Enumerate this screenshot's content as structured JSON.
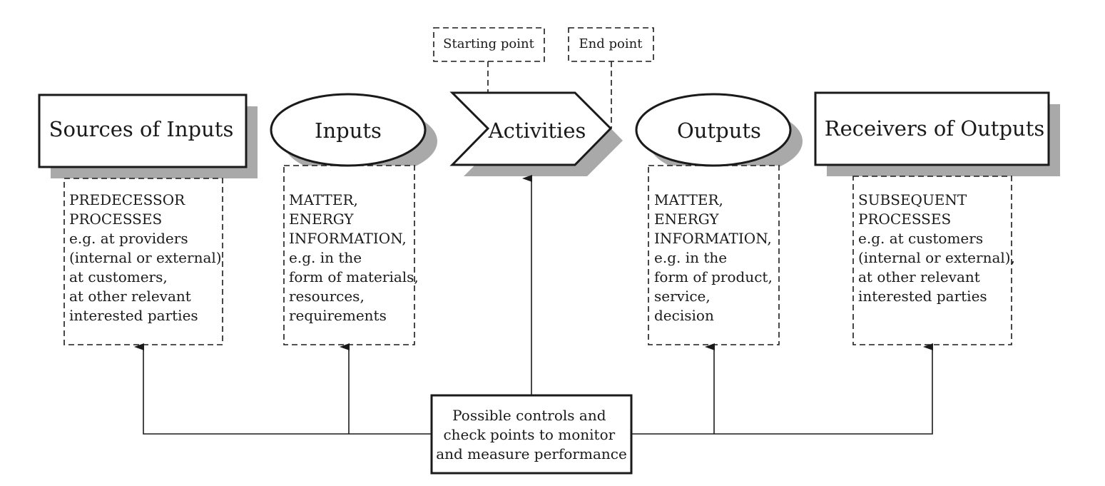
{
  "diagram": {
    "main": {
      "sources": "Sources of Inputs",
      "inputs": "Inputs",
      "activities": "Activities",
      "outputs": "Outputs",
      "receivers": "Receivers of Outputs"
    },
    "markers": {
      "start": "Starting point",
      "end": "End point"
    },
    "details": {
      "sources": [
        "PREDECESSOR",
        "PROCESSES",
        "e.g. at providers",
        "(internal or external)",
        "at customers,",
        "at other relevant",
        "interested parties"
      ],
      "inputs": [
        "MATTER,",
        "ENERGY",
        "INFORMATION,",
        "e.g. in the",
        "form of materials,",
        "resources,",
        "requirements"
      ],
      "outputs": [
        "MATTER,",
        "ENERGY",
        "INFORMATION,",
        "e.g. in the",
        "form of product,",
        "service,",
        "decision"
      ],
      "receivers": [
        "SUBSEQUENT",
        "PROCESSES",
        "e.g. at customers",
        "(internal or external),",
        "at other relevant",
        "interested parties"
      ]
    },
    "controls": [
      "Possible controls and",
      "check points to monitor",
      "and measure performance"
    ],
    "colors": {
      "shadow": "#a9a9a9",
      "line": "#1a1a1a",
      "background": "#ffffff"
    }
  }
}
